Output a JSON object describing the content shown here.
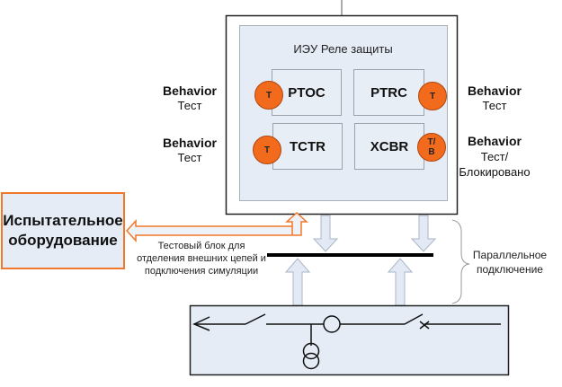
{
  "ied": {
    "title": "ИЭУ Реле защиты",
    "logical_nodes": [
      {
        "name": "PTOC",
        "badge": "T"
      },
      {
        "name": "PTRC",
        "badge": "T"
      },
      {
        "name": "TCTR",
        "badge": "T"
      },
      {
        "name": "XCBR",
        "badge": "T/\nB"
      }
    ]
  },
  "behaviors": {
    "left_top": {
      "title": "Behavior",
      "value": "Тест"
    },
    "left_bottom": {
      "title": "Behavior",
      "value": "Тест"
    },
    "right_top": {
      "title": "Behavior",
      "value": "Тест"
    },
    "right_bottom": {
      "title": "Behavior",
      "value": "Тест/\nБлокировано"
    }
  },
  "test_equipment": {
    "label": "Испытательное оборудование"
  },
  "test_block_caption": "Тестовый блок для отделения внешних цепей и подключения симуляции",
  "parallel_caption": "Параллельное подключение",
  "colors": {
    "accent_orange": "#f26b1d",
    "arrow_orange": "#f0782a",
    "panel_fill": "#e5ecf6",
    "arrow_fill": "#e3eaf5"
  }
}
